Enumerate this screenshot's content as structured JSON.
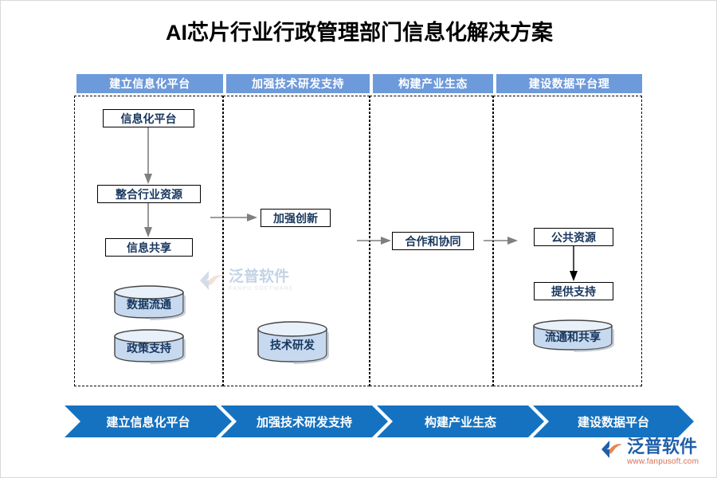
{
  "page": {
    "title": "AI芯片行业行政管理部门信息化解决方案"
  },
  "colors": {
    "header_bar": "#6d9ada",
    "chevron": "#1572c0",
    "cylinder_fill": "#c6d9ef",
    "box_text": "#17365d",
    "logo_blue": "#1f5fa9",
    "logo_orange": "#d4705a"
  },
  "columns": [
    {
      "header": "建立信息化平台",
      "boxes": [
        "信息化平台",
        "整合行业资源",
        "信息共享"
      ],
      "cylinders": [
        "数据流通",
        "政策支持"
      ]
    },
    {
      "header": "加强技术研发支持",
      "boxes": [
        "加强创新"
      ],
      "cylinders": [
        "技术研发"
      ]
    },
    {
      "header": "构建产业生态",
      "boxes": [
        "合作和协同"
      ],
      "cylinders": []
    },
    {
      "header": "建设数据平台理",
      "boxes": [
        "公共资源",
        "提供支持"
      ],
      "cylinders": [
        "流通和共享"
      ]
    }
  ],
  "chevrons": [
    "建立信息化平台",
    "加强技术研发支持",
    "构建产业生态",
    "建设数据平台"
  ],
  "watermark": {
    "cn": "泛普软件",
    "en": "FANPU SOFTWARE"
  },
  "logo": {
    "cn": "泛普软件",
    "url": "www.fanpusoft.com"
  }
}
